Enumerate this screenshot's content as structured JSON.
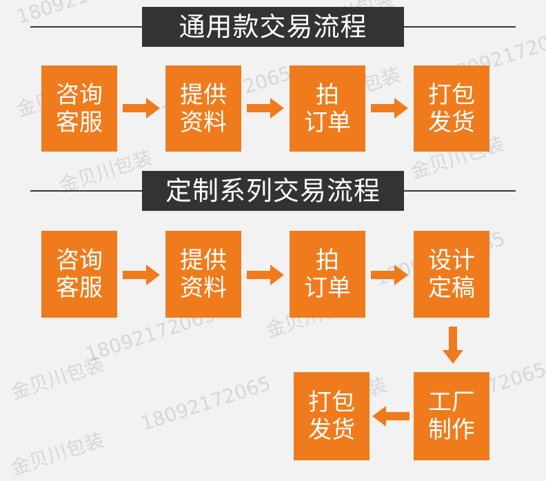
{
  "sections": [
    {
      "title": "通用款交易流程",
      "steps": [
        {
          "line1": "咨询",
          "line2": "客服"
        },
        {
          "line1": "提供",
          "line2": "资料"
        },
        {
          "line1": "拍",
          "line2": "订单"
        },
        {
          "line1": "打包",
          "line2": "发货"
        }
      ]
    },
    {
      "title": "定制系列交易流程",
      "steps": [
        {
          "line1": "咨询",
          "line2": "客服"
        },
        {
          "line1": "提供",
          "line2": "资料"
        },
        {
          "line1": "拍",
          "line2": "订单"
        },
        {
          "line1": "设计",
          "line2": "定稿"
        },
        {
          "line1": "工厂",
          "line2": "制作"
        },
        {
          "line1": "打包",
          "line2": "发货"
        }
      ]
    }
  ],
  "watermark": {
    "brand": "金贝川包装",
    "phone": "18092172065"
  },
  "colors": {
    "box": "#ef7b1d",
    "title_bg": "#333333",
    "background": "#f2f2f2"
  }
}
